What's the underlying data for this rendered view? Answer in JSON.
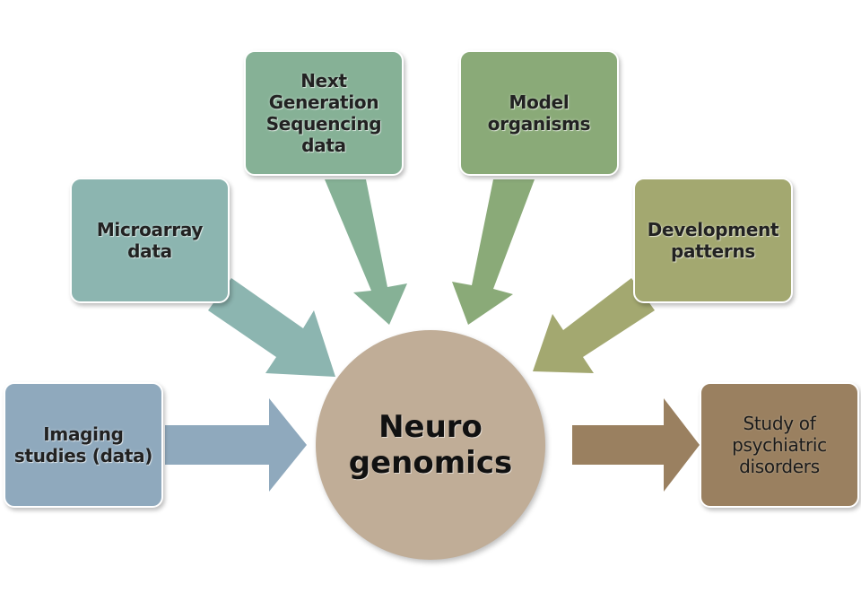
{
  "hub": {
    "label": "Neuro\ngenomics",
    "color": "#c0ad97"
  },
  "boxes": {
    "imaging": {
      "label": "Imaging\nstudies (data)",
      "color": "#8fa9bd"
    },
    "microarray": {
      "label": "Microarray\ndata",
      "color": "#8cb5b0"
    },
    "ngs": {
      "label": "Next\nGeneration\nSequencing\ndata",
      "color": "#86b196"
    },
    "model": {
      "label": "Model\norganisms",
      "color": "#8aaa78"
    },
    "development": {
      "label": "Development\npatterns",
      "color": "#a3a870"
    },
    "study": {
      "label": "Study of\npsychiatric\ndisorders",
      "color": "#9a8060"
    }
  },
  "arrows": {
    "imaging": "#8fa9bd",
    "microarray": "#8cb5b0",
    "ngs": "#86b196",
    "model": "#8aaa78",
    "development": "#a3a870",
    "study": "#9a8060"
  }
}
